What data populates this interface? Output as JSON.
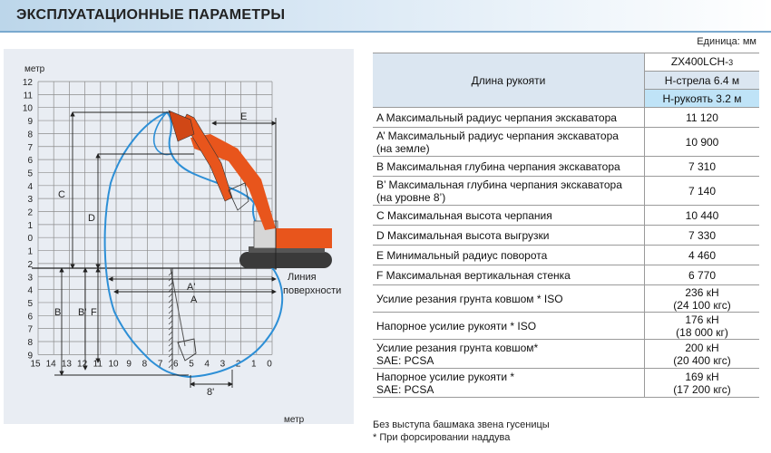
{
  "header": {
    "title": "ЭКСПЛУАТАЦИОННЫЕ ПАРАМЕТРЫ"
  },
  "unit_label": "Единица: мм",
  "diagram": {
    "y_axis_unit": "метр",
    "x_axis_unit": "метр",
    "y_ticks_up": [
      "12",
      "11",
      "10",
      "9",
      "8",
      "7",
      "6",
      "5",
      "4",
      "3",
      "2",
      "1",
      "0"
    ],
    "y_ticks_down": [
      "1",
      "2",
      "3",
      "4",
      "5",
      "6",
      "7",
      "8",
      "9"
    ],
    "x_ticks": [
      "15",
      "14",
      "13",
      "12",
      "11",
      "10",
      "9",
      "8",
      "7",
      "6",
      "5",
      "4",
      "3",
      "2",
      "1",
      "0"
    ],
    "dimension_labels": {
      "A": "A",
      "A_prime": "A'",
      "B": "B",
      "B_prime": "B'",
      "C": "C",
      "D": "D",
      "E": "E",
      "F": "F",
      "eight": "8'"
    },
    "ground_line_label_1": "Линия",
    "ground_line_label_2": "поверхности",
    "colors": {
      "envelope": "#2d8fd6",
      "excavator_body": "#e8551c",
      "grid": "#8c8c8c",
      "panel": "#e9edf3"
    }
  },
  "table": {
    "header_label": "Длина рукояти",
    "model": "ZX400LCH-",
    "model_suffix": "3",
    "boom": "H-стрела 6.4 м",
    "arm": "H-рукоять 3.2 м",
    "rows": [
      {
        "label": "A Максимальный радиус черпания экскаватора",
        "value": "11 120"
      },
      {
        "label": "A’ Максимальный радиус черпания экскаватора",
        "label2": "(на земле)",
        "value": "10 900"
      },
      {
        "label": "B Максимальная глубина черпания экскаватора",
        "value": "7 310"
      },
      {
        "label": "B’ Максимальная глубина черпания экскаватора",
        "label2": "(на уровне 8’)",
        "value": "7 140"
      },
      {
        "label": "C Максимальная высота черпания",
        "value": "10 440"
      },
      {
        "label": "D Максимальная высота выгрузки",
        "value": "7 330"
      },
      {
        "label": "E Минимальный радиус поворота",
        "value": "4 460"
      },
      {
        "label": "F Максимальная вертикальная стенка",
        "value": "6 770"
      },
      {
        "label": "Усилие резания грунта ковшом * ISO",
        "value": "236 кН",
        "value2": "(24 100 кгс)"
      },
      {
        "label": "Напорное усилие рукояти * ISO",
        "value": "176 кН",
        "value2": "(18 000 кг)"
      },
      {
        "label": "Усилие резания грунта ковшом*",
        "label2": "SAE: PCSA",
        "value": "200 кН",
        "value2": "(20 400 кгс)"
      },
      {
        "label": "Напорное усилие рукояти *",
        "label2": "SAE: PCSA",
        "value": "169 кН",
        "value2": "(17 200 кгс)"
      }
    ]
  },
  "notes": [
    "Без выступа башмака звена гусеницы",
    "* При форсировании наддува"
  ]
}
